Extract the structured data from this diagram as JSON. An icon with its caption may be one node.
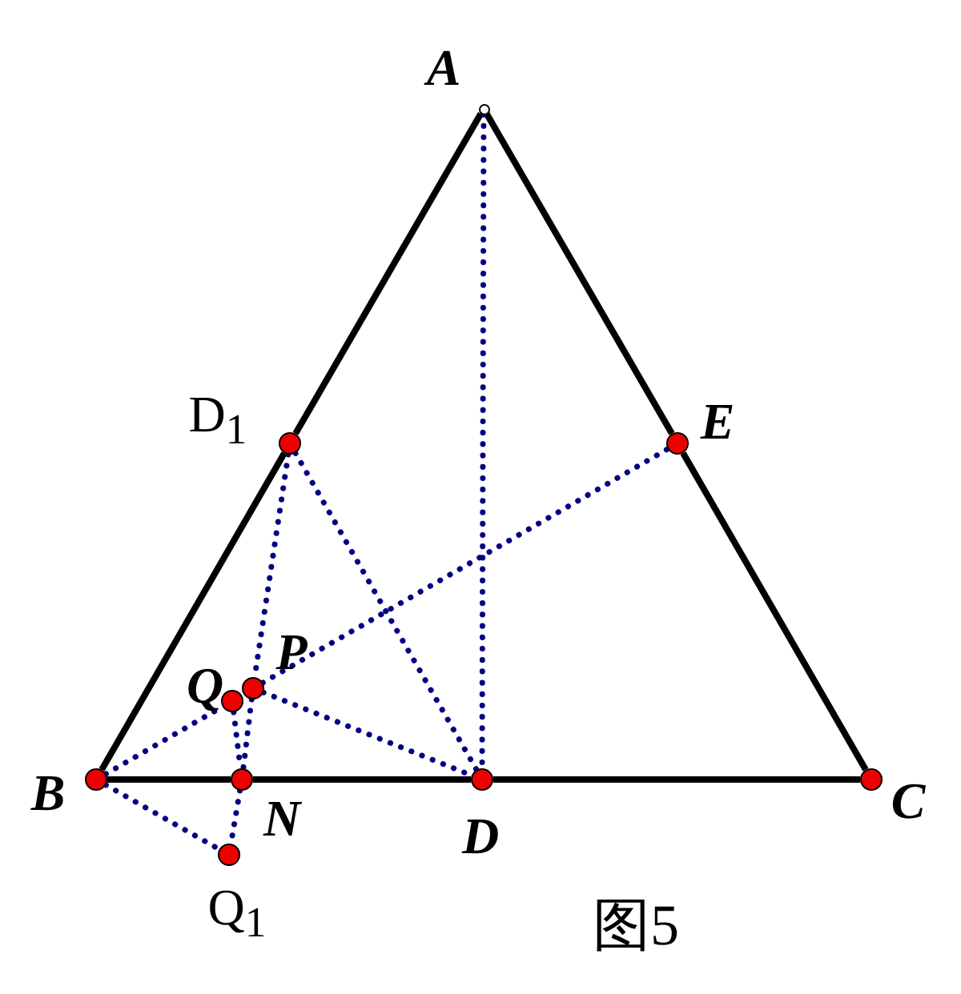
{
  "diagram": {
    "caption": "图5",
    "nodes": [
      {
        "text": [
          "A"
        ]
      },
      {
        "text": [
          "B"
        ]
      },
      {
        "text": [
          "C"
        ]
      },
      {
        "text": [
          "D"
        ]
      },
      {
        "text": [
          "E"
        ]
      },
      {
        "text": [
          "D$_{1}$"
        ]
      },
      {
        "text": [
          "P"
        ]
      },
      {
        "text": [
          "Q"
        ]
      },
      {
        "text": [
          "N"
        ]
      },
      {
        "text": [
          "Q$_{1}$"
        ]
      }
    ],
    "edges": [
      {
        "from": 0,
        "to": 5,
        "arrow": "none",
        "color": "#000000"
      },
      {
        "from": 5,
        "to": 1,
        "arrow": "none",
        "color": "#000000"
      },
      {
        "from": 0,
        "to": 4,
        "arrow": "none",
        "color": "#000000"
      },
      {
        "from": 4,
        "to": 2,
        "arrow": "none",
        "color": "#000000"
      },
      {
        "from": 1,
        "to": 8,
        "arrow": "none",
        "color": "#000000"
      },
      {
        "from": 8,
        "to": 3,
        "arrow": "none",
        "color": "#000000"
      },
      {
        "from": 3,
        "to": 2,
        "arrow": "none",
        "color": "#000000"
      },
      {
        "from": 0,
        "to": 3,
        "arrow": "none",
        "style": "dashed"
      },
      {
        "from": 1,
        "to": 7,
        "arrow": "none",
        "style": "dashed"
      },
      {
        "from": 6,
        "to": 4,
        "arrow": "none",
        "style": "dashed"
      },
      {
        "from": 5,
        "to": 3,
        "arrow": "none",
        "style": "dashed"
      },
      {
        "from": 5,
        "to": 6,
        "arrow": "none",
        "style": "dashed"
      },
      {
        "from": 6,
        "to": 8,
        "arrow": "none",
        "style": "dashed"
      },
      {
        "from": 6,
        "to": 3,
        "arrow": "none",
        "style": "dashed"
      },
      {
        "from": 7,
        "to": 8,
        "arrow": "none",
        "style": "dashed"
      },
      {
        "from": 8,
        "to": 9,
        "arrow": "none",
        "style": "dashed"
      },
      {
        "from": 1,
        "to": 9,
        "arrow": "none",
        "style": "dashed"
      }
    ]
  }
}
